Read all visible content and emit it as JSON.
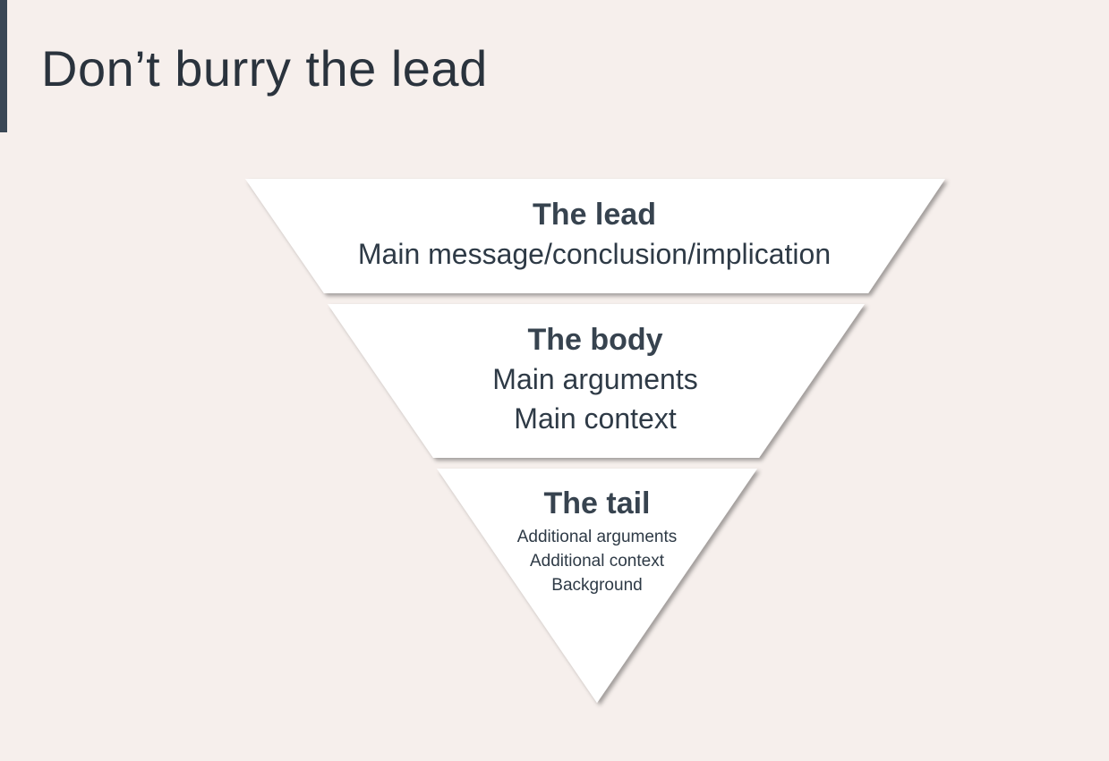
{
  "slide": {
    "title": "Don’t burry the lead",
    "accent_color": "#3a4755",
    "background_color": "#f6efec"
  },
  "pyramid": {
    "levels": [
      {
        "heading": "The lead",
        "lines": [
          "Main message/conclusion/implication"
        ]
      },
      {
        "heading": "The body",
        "lines": [
          "Main arguments",
          "Main context"
        ]
      },
      {
        "heading": "The tail",
        "lines": [
          "Additional arguments",
          "Additional context",
          "Background"
        ]
      }
    ]
  }
}
